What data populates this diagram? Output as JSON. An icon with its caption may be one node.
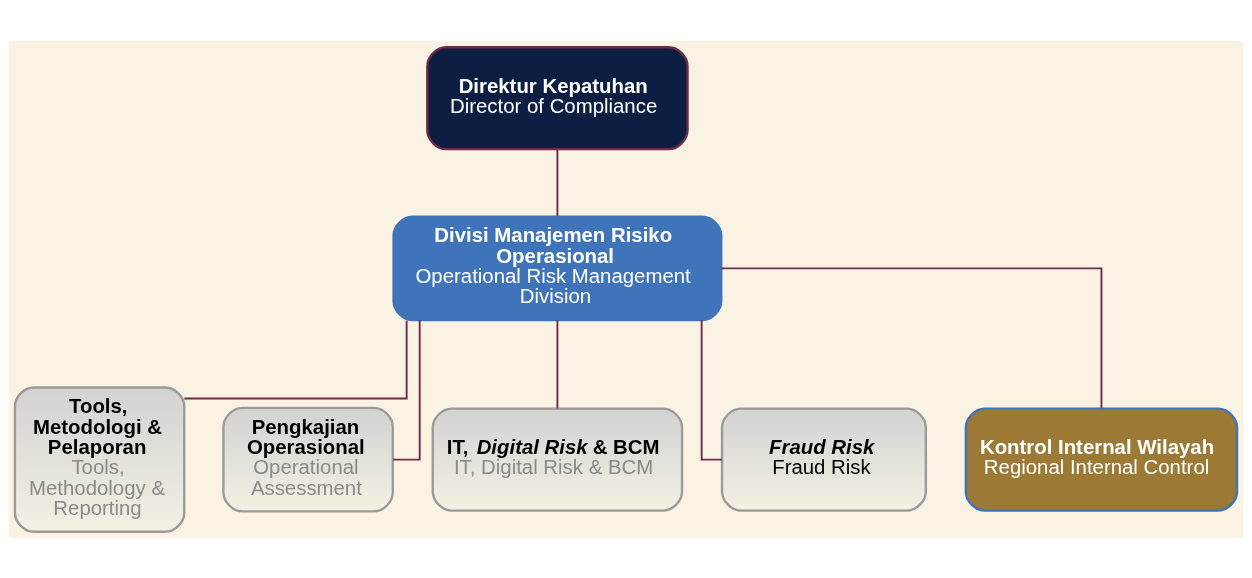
{
  "diagram": {
    "nodes": [
      {
        "text": [
          "Direktur Kepatuhan",
          "Director of Compliance"
        ]
      },
      {
        "text": [
          "Divisi Manajemen Risiko Operasional",
          "Operational Risk Management Division"
        ]
      },
      {
        "text": [
          "Tools, Metodologi & Pelaporan",
          "Tools, Methodology & Reporting"
        ]
      },
      {
        "text": [
          "Pengkajian Operasional",
          "Operational Assessment"
        ]
      },
      {
        "text": [
          "IT, *Digital Risk* & BCM",
          "IT, Digital Risk & BCM"
        ]
      },
      {
        "text": [
          "Fraud Risk",
          "Fraud Risk"
        ]
      },
      {
        "text": [
          "Kontrol Internal Wilayah",
          "Regional Internal Control"
        ]
      }
    ],
    "edges": [
      {
        "from": 0,
        "to": 1,
        "arrow": "none"
      },
      {
        "from": 1,
        "to": 2,
        "arrow": "none"
      },
      {
        "from": 1,
        "to": 3,
        "arrow": "none"
      },
      {
        "from": 1,
        "to": 4,
        "arrow": "none"
      },
      {
        "from": 1,
        "to": 5,
        "arrow": "none"
      },
      {
        "from": 1,
        "to": 6,
        "arrow": "none"
      }
    ]
  }
}
